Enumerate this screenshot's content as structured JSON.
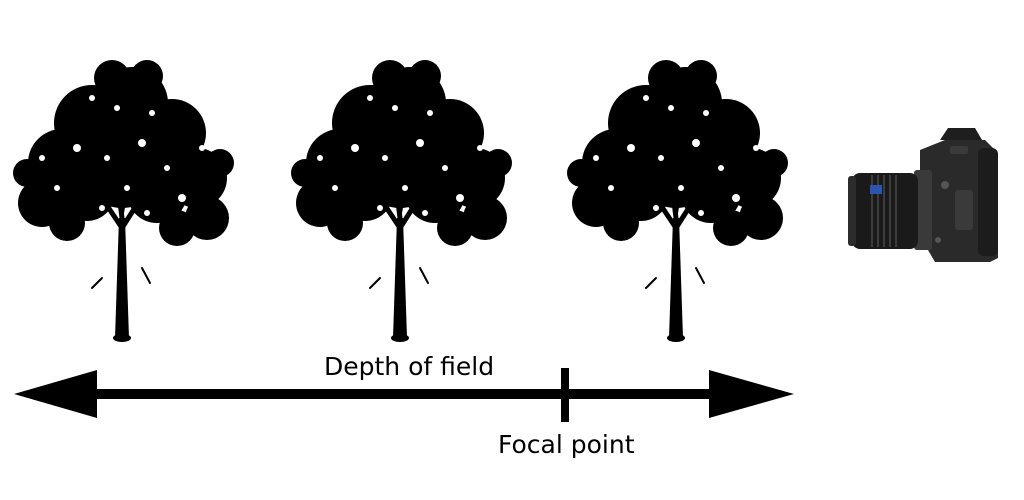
{
  "labels": {
    "depth_of_field": "Depth of field",
    "focal_point": "Focal point"
  },
  "colors": {
    "ink": "#000000",
    "background": "#ffffff",
    "camera_body": "#2a2a2a",
    "camera_lens": "#1a1a1a",
    "lens_badge": "#2b56b0"
  },
  "icons": {
    "trees": [
      "tree-icon",
      "tree-icon",
      "tree-icon"
    ],
    "camera": "camera-icon",
    "arrow": "double-headed-arrow"
  }
}
